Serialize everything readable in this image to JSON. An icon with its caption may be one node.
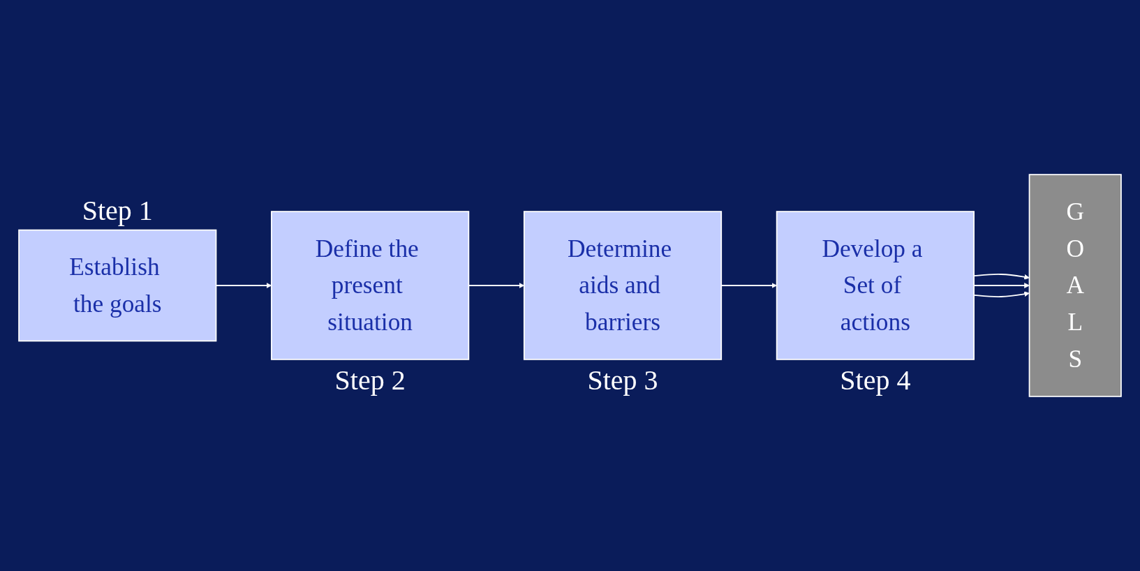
{
  "diagram": {
    "nodes": [
      {
        "text": [
          "Establish the goals"
        ],
        "beside": [
          "Step 1"
        ]
      },
      {
        "text": [
          "Define the present situation"
        ],
        "beside": [
          "Step 2"
        ]
      },
      {
        "text": [
          "Determine aids and barriers"
        ],
        "beside": [
          "Step 3"
        ]
      },
      {
        "text": [
          "Develop a Set of actions"
        ],
        "beside": [
          "Step 4"
        ]
      },
      {
        "text": [
          "G O A L S"
        ]
      }
    ],
    "edges": [
      {
        "from": 0,
        "to": 1,
        "arrow": "to"
      },
      {
        "from": 1,
        "to": 2,
        "arrow": "to"
      },
      {
        "from": 2,
        "to": 3,
        "arrow": "to"
      },
      {
        "from": 3,
        "to": 4,
        "arrow": "to"
      },
      {
        "from": 3,
        "to": 4,
        "arrow": "to"
      },
      {
        "from": 3,
        "to": 4,
        "arrow": "to"
      }
    ]
  }
}
